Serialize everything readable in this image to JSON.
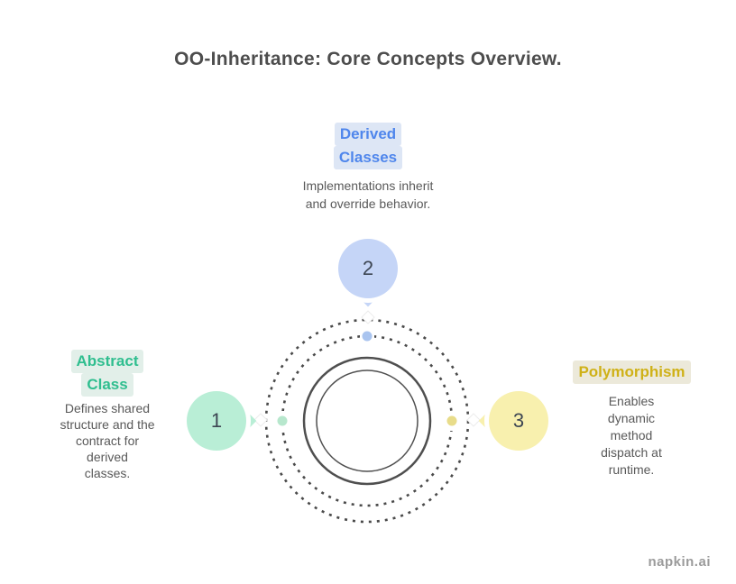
{
  "title": "OO-Inheritance: Core Concepts Overview.",
  "watermark": "napkin.ai",
  "ring_color": "#4a4a4a",
  "nodes": [
    {
      "number": "1",
      "label_lines": [
        "Abstract",
        "Class"
      ],
      "text_color": "#2fbe8f",
      "highlight_color": "#e2efe9",
      "bubble_color": "#b9eed6",
      "dot_color": "#b7e7cd",
      "desc_lines": [
        "Defines shared",
        "structure and the",
        "contract for",
        "derived",
        "classes."
      ]
    },
    {
      "number": "2",
      "label_lines": [
        "Derived",
        "Classes"
      ],
      "text_color": "#4f86ec",
      "highlight_color": "#dde6f5",
      "bubble_color": "#c5d5f7",
      "dot_color": "#a9c4ef",
      "desc_lines": [
        "Implementations inherit",
        "and override behavior."
      ]
    },
    {
      "number": "3",
      "label_lines": [
        "Polymorphism"
      ],
      "text_color": "#cfb117",
      "highlight_color": "#ece9da",
      "bubble_color": "#f8f0ae",
      "dot_color": "#e8dc8a",
      "desc_lines": [
        "Enables",
        "dynamic",
        "method",
        "dispatch at",
        "runtime."
      ]
    }
  ]
}
